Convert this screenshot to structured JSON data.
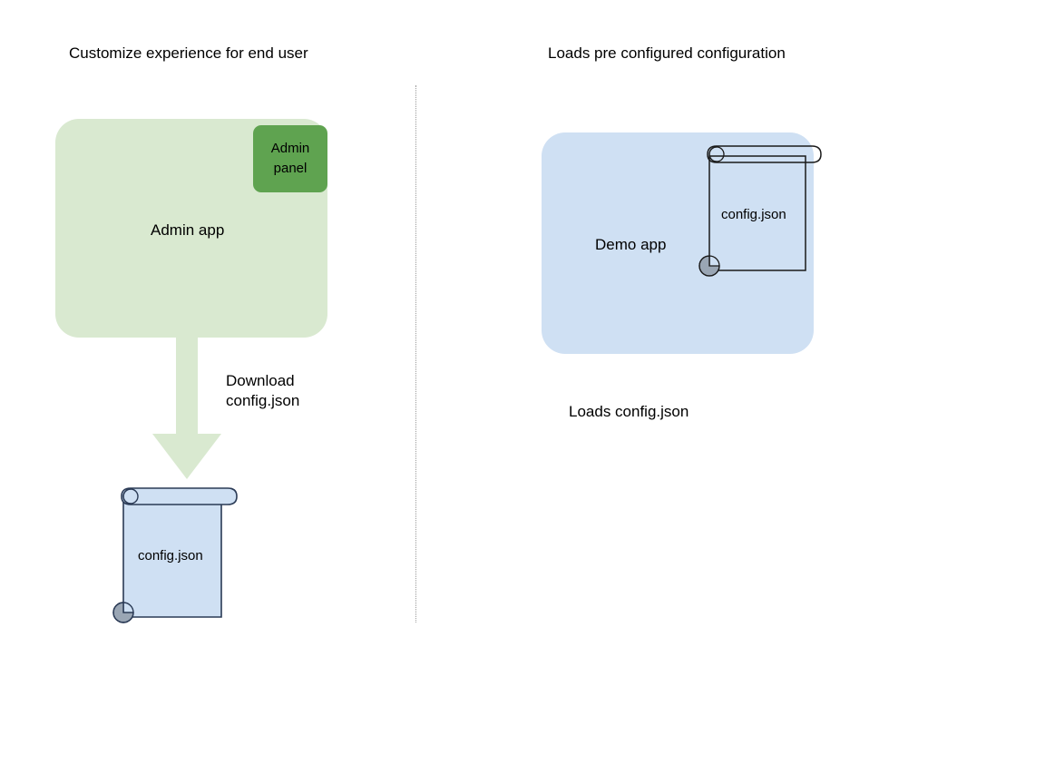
{
  "diagram": {
    "title_left": "Customize experience for end user",
    "title_right": "Loads pre configured configuration",
    "divider": {
      "style": "dotted",
      "color": "#9b9b9b"
    },
    "left_flow": {
      "app_box": {
        "label": "Admin app",
        "fill": "#d9e9d0"
      },
      "panel_chip": {
        "label": "Admin panel",
        "label_line1": "Admin",
        "label_line2": "panel",
        "fill": "#5fa350"
      },
      "arrow": {
        "label": "Download config.json",
        "label_line1": "Download",
        "label_line2": "config.json",
        "direction": "down",
        "fill": "#d9e9d0"
      },
      "document": {
        "label": "config.json",
        "fill": "#cfe0f3",
        "stroke": "#2a3a55",
        "curl_fill": "#9aa6b4",
        "icon": "scroll-icon"
      }
    },
    "right_flow": {
      "app_box": {
        "label": "Demo app",
        "fill": "#cfe0f3"
      },
      "document": {
        "label": "config.json",
        "fill": "transparent",
        "stroke": "#1a1a1a",
        "curl_fill": "#9aa6b4",
        "icon": "scroll-icon"
      },
      "caption": "Loads config.json"
    }
  }
}
